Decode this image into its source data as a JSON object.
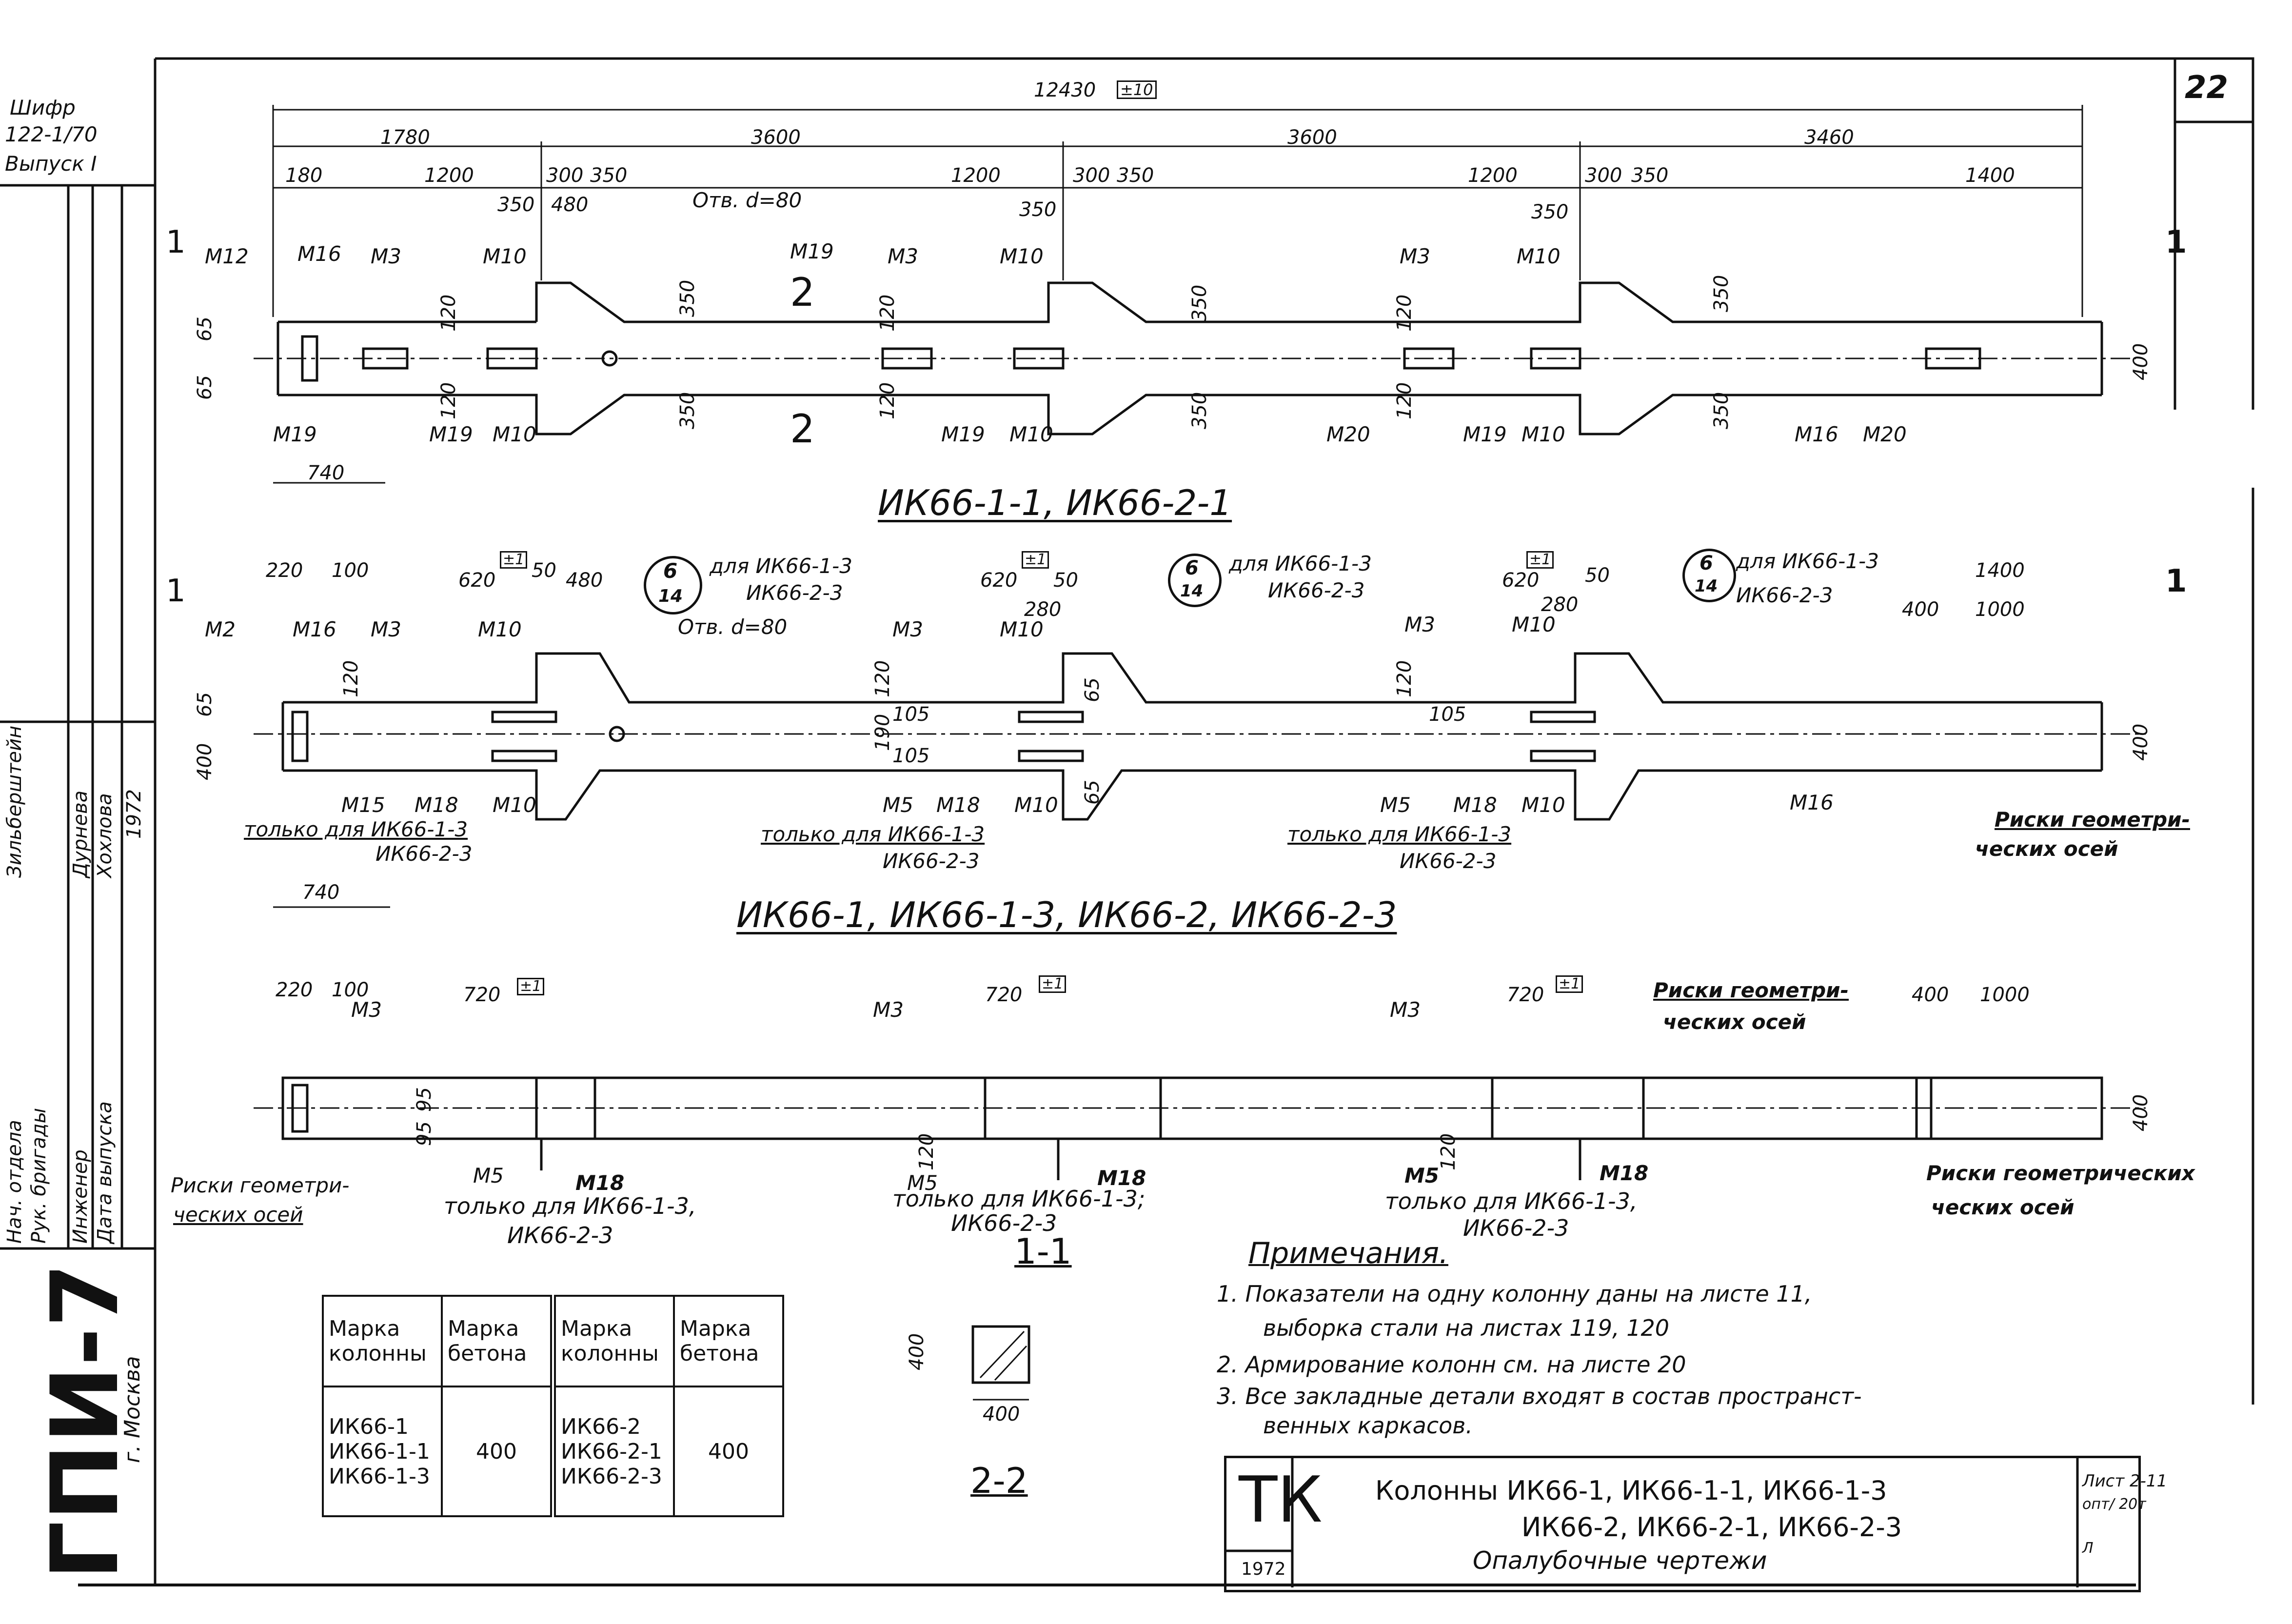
{
  "sheet": {
    "number": "22",
    "series": [
      "Шифр",
      "122-1/70",
      "Выпуск I"
    ],
    "stamp_left": "ГПИ-7",
    "stamp_city": "г. Москва",
    "signature_block": {
      "roles": [
        "Нач. отдела",
        "Рук. бригады",
        "Инженер",
        "Дата выпуска"
      ],
      "names": [
        "Зильберштейн",
        "Дурнева",
        "Хохлова",
        "1972"
      ]
    }
  },
  "views": {
    "plan": {
      "title": "ИК66-1-1, ИК66-2-1",
      "overall": "12430",
      "overall_tol": "±10",
      "spans": [
        "1780",
        "3600",
        "3600",
        "3460"
      ],
      "sub_dims": [
        "180",
        "1200",
        "300",
        "350",
        "350",
        "480",
        "1200",
        "300",
        "350",
        "350",
        "1200",
        "300",
        "350",
        "350",
        "1400"
      ],
      "heights": [
        "65",
        "65",
        "120",
        "120",
        "350",
        "350",
        "350",
        "350",
        "350",
        "350",
        "120",
        "120",
        "120",
        "120",
        "400"
      ],
      "bottom_dim": "740",
      "hole": "Отв. d=80",
      "section_mark": "1",
      "section_mark2": "2",
      "parts_top": [
        "M12",
        "M16",
        "M3",
        "M10",
        "M19",
        "M3",
        "M10",
        "M3",
        "M10"
      ],
      "parts_bottom": [
        "M19",
        "M19",
        "M10",
        "M19",
        "M10",
        "M20",
        "M19",
        "M10",
        "M16",
        "M20"
      ]
    },
    "elevation": {
      "title": "ИК66-1, ИК66-1-3, ИК66-2, ИК66-2-3",
      "dims_top": [
        "220",
        "100",
        "620",
        "50",
        "480",
        "620",
        "50",
        "280",
        "620",
        "50",
        "280",
        "1400",
        "400",
        "1000"
      ],
      "tol": "±1",
      "callout_num": "6",
      "callout_sheet": "14",
      "callout_note_1": "для ИК66-1-3",
      "callout_note_2": "ИК66-2-3",
      "hole": "Отв. d=80",
      "only_for_1": "только для ИК66-1-3",
      "only_for_2": "ИК66-2-3",
      "bottom_dim": "740",
      "axes_note_1": "Риски геометри-",
      "axes_note_2": "ческих осей",
      "parts": [
        "M2",
        "M16",
        "M3",
        "M10",
        "M3",
        "M10",
        "M3",
        "M10",
        "M15",
        "M18",
        "M10",
        "M5",
        "M18",
        "M10",
        "M5",
        "M18",
        "M10",
        "M16"
      ],
      "small_dims": [
        "120",
        "105",
        "105",
        "190",
        "105",
        "65",
        "65",
        "65",
        "400"
      ]
    },
    "section_1_1": {
      "title": "1-1",
      "dims": [
        "220",
        "100",
        "720",
        "720",
        "720",
        "400",
        "1000",
        "95",
        "95",
        "120",
        "120",
        "400"
      ],
      "tol": "±1",
      "parts": [
        "M3",
        "M3",
        "M3",
        "M5",
        "M18",
        "M5",
        "M18",
        "M5",
        "M18"
      ],
      "only_for_1": "только для ИК66-1-3,",
      "only_for_2": "ИК66-2-3",
      "only_for_mid_1": "только для ИК66-1-3;",
      "only_for_mid_2": "ИК66-2-3",
      "axes_note_1": "Риски геометри-",
      "axes_note_2": "ческих осей",
      "axes_note_right_1": "Риски геометрических",
      "axes_note_right_2": "ческих осей"
    },
    "section_2_2": {
      "title": "2-2",
      "width": "400",
      "height": "400"
    }
  },
  "concrete_table": {
    "headers": [
      "Марка колонны",
      "Марка бетона",
      "Марка колонны",
      "Марка бетона"
    ],
    "left_marks": [
      "ИК66-1",
      "ИК66-1-1",
      "ИК66-1-3"
    ],
    "left_grade": "400",
    "right_marks": [
      "ИК66-2",
      "ИК66-2-1",
      "ИК66-2-3"
    ],
    "right_grade": "400"
  },
  "notes": {
    "heading": "Примечания.",
    "items": [
      "1. Показатели на одну колонну даны на листе 11,",
      "выборка стали на листах 119, 120",
      "2. Армирование колонн см. на листе 20",
      "3. Все закладные детали входят в состав пространст-",
      "венных каркасов."
    ]
  },
  "title_block": {
    "logo": "ТК",
    "year": "1972",
    "line1": "Колонны ИК66-1, ИК66-1-1, ИК66-1-3",
    "line2": "ИК66-2, ИК66-2-1, ИК66-2-3",
    "line3": "Опалубочные чертежи",
    "right_top": "Лист 2-11",
    "right_mid": "опт/ 20т",
    "right_bot": "Л"
  }
}
